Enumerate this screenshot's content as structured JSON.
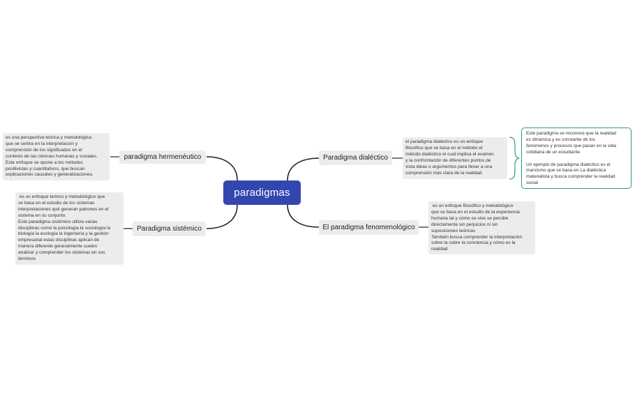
{
  "map": {
    "central": "paradigmas",
    "topics": {
      "hermeneutico": {
        "label": "paradigma hermenéutico",
        "note": "es una perspectiva teórica y metodológica\nque se centra en la interpretación y\ncomprensión de los significados en el\ncontexto de las ciencias humanas y sociales.\nEste enfoque se opone a los métodos\npositivistas y cuantitativos, que buscan\nexplicaciones causales y generalizaciones."
      },
      "sistemico": {
        "label": "Paradigma sistémico",
        "note": " es un enfoque teórico y metodológico que\nse basa en el estudio de los sistemas\ninterpretaciones qué generan patrones en el\nsistema en su conjunto\nEste paradigma sistémico utiliza varias\ndisciplinas como la psicología la sociología la\nbiología la ecología la ingeniería y la gestión\nempresarial estas disciplinas aplican de\nmanera diferente generalmente suelen\nanalizar y comprender los sistemas en sus\ntérminos"
      },
      "dialectico": {
        "label": "Paradigma dialéctico",
        "note": "el paradigma dialéctico es un enfoque\nfilosófico que se basa en el método el\nmétodo dialéctico el cual implica el examen\ny la confrontación de diferentes puntos de\nvista ideas o argumentos para llevar a una\ncomprensión más clara de la realidad",
        "summary": "Este paradigma se reconoce que la realidad\nes dinámica y es constante de los\nfenómenos y procesos que pasan en la vida\ncotidiana de un estudiante\n\nUn ejemplo de paradigma dialéctico es el\nmarxismo que se basa en La dialéctica\nmaterialista y busca comprender la realidad\nsocial"
      },
      "fenomenologico": {
        "label": "El paradigma fenomenológico",
        "note": " es un enfoque filosófico y metodológico\nque se basa en el estudio de la experiencia\nhumana tal y cómo se vive se percibe\ndirectamente sin perjuicios ni sin\nsuposiciones teóricas\nTambién busca comprender la interpretación\nsobre la sobre la conciencia y cómo es la\nrealidad"
      }
    }
  },
  "colors": {
    "central_bg": "#3346b0",
    "connector": "#222222",
    "summary_border": "#2a9a84",
    "topic_bg": "#ececec"
  }
}
